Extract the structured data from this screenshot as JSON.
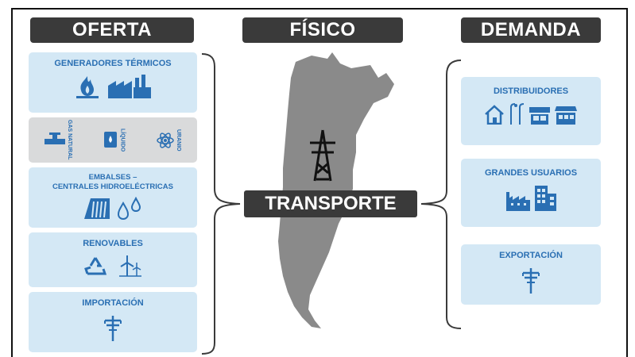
{
  "headers": {
    "oferta": "OFERTA",
    "fisico": "FÍSICO",
    "demanda": "DEMANDA"
  },
  "oferta": {
    "generadores": "GENERADORES TÉRMICOS",
    "fuels": {
      "gas": "GAS NATURAL",
      "liquido": "LÍQUIDO",
      "uranio": "URANIO"
    },
    "embalses": {
      "line1": "EMBALSES –",
      "line2": "CENTRALES HIDROELÉCTRICAS"
    },
    "renovables": "RENOVABLES",
    "importacion": "IMPORTACIÓN"
  },
  "center": {
    "transporte": "TRANSPORTE"
  },
  "demanda": {
    "distribuidores": "DISTRIBUIDORES",
    "grandes_usuarios": "GRANDES USUARIOS",
    "exportacion": "EXPORTACIÓN"
  },
  "colors": {
    "dark": "#3a3a3a",
    "box": "#d4e8f5",
    "icon": "#2a6fb3",
    "map": "#8a8a8a"
  }
}
